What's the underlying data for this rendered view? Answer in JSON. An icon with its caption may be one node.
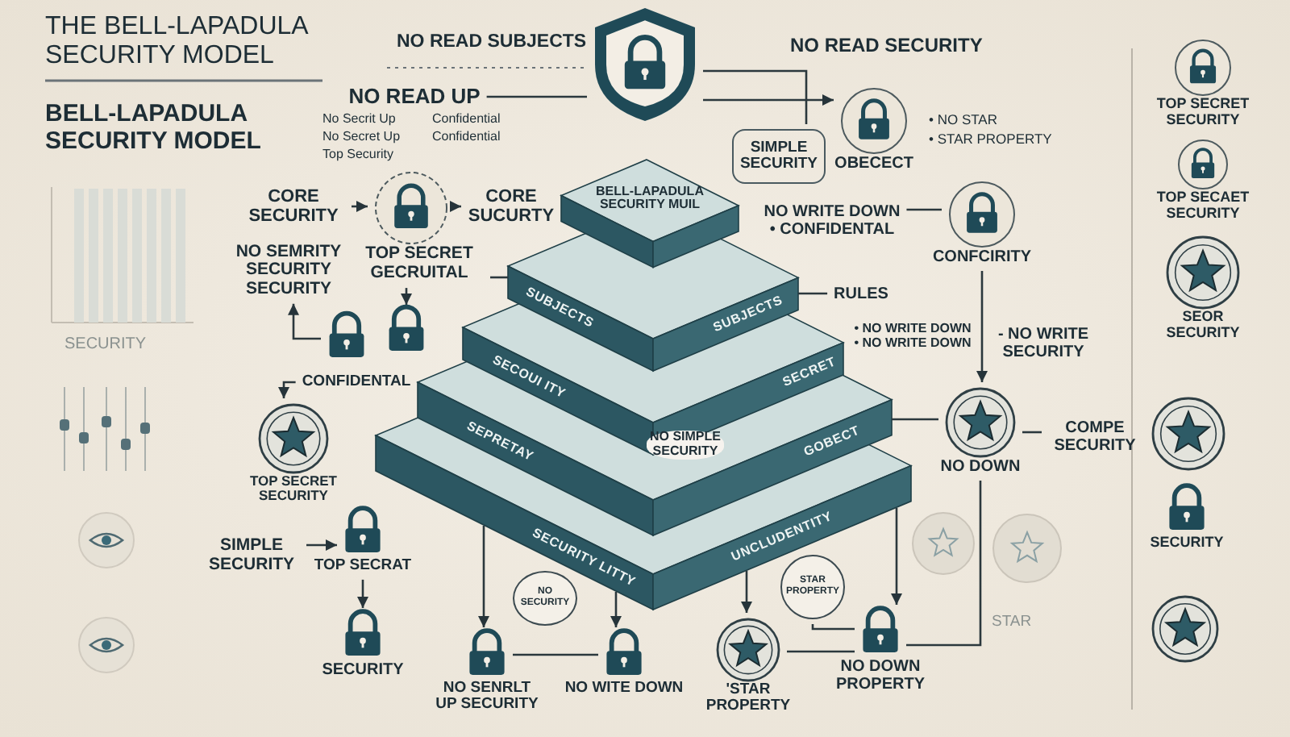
{
  "diagram": {
    "title": "THE BELL-LAPADULA SECURITY MODEL",
    "nodes": [
      {
        "text": [],
        "shape": "picture",
        "beside": [
          "NO READ SUBJECTS"
        ]
      },
      {
        "text": [
          "NO READ UP"
        ]
      },
      {
        "text": [
          "SIMPLE SECURITY"
        ]
      },
      {
        "text": [
          "OBECECT"
        ]
      },
      {
        "text": [
          "CORE SECURITY"
        ]
      },
      {
        "text": [],
        "shape": "circle"
      },
      {
        "text": [
          "CORE SUCURTY"
        ]
      },
      {
        "text": [
          "NO SEMRITY SECURITY SECURITY"
        ]
      },
      {
        "text": [
          "TOP SECRET GECRUITAL"
        ]
      },
      {
        "text": [],
        "shape": "picture"
      },
      {
        "text": [],
        "shape": "picture"
      },
      {
        "text": [
          "CONFIDENTAL"
        ]
      },
      {
        "text": [
          "TOP SECRET SECURITY"
        ]
      },
      {
        "text": [
          "SIMPLE SECURITY"
        ]
      },
      {
        "text": [
          "TOP SECRAT"
        ]
      },
      {
        "text": [
          "SECURITY"
        ]
      },
      {
        "text": [
          "NO SENRLT UP SECURITY"
        ]
      },
      {
        "text": [
          "NO SECURITY"
        ]
      },
      {
        "text": [
          "NO WITE DOWN"
        ]
      },
      {
        "text": [
          "'STAR PROPERTY"
        ]
      },
      {
        "text": [
          "STAR PROPERTY"
        ]
      },
      {
        "text": [
          "NO DOWN PROPERTY"
        ]
      },
      {
        "text": [
          "NO DOWN"
        ]
      },
      {
        "text": [
          "COMPE SECURITY"
        ]
      },
      {
        "text": [
          "CONFCIRITY"
        ]
      },
      {
        "text": [
          "NO WRITE DOWN",
          "• CONFIDENTAL"
        ]
      },
      {
        "text": [
          "RULES"
        ]
      },
      {
        "text": [
          "• NO WRITE DOWN",
          "• NO WRITE DOWN"
        ]
      },
      {
        "text": [
          "- NO WRITE SECURITY"
        ]
      },
      {
        "text": [
          "BELL-LAPADULA SECURITY MUIL"
        ]
      },
      {
        "text": [
          "SUBJECTS",
          "SUBJECTS"
        ]
      },
      {
        "text": [
          "SECOUI ITY",
          "SECRET"
        ]
      },
      {
        "text": [
          "SEPRETAY",
          "NO SIMPLE SECURITY",
          "GOBECT"
        ]
      },
      {
        "text": [
          "SECURITY LITTY",
          "UNCLUDENTITY"
        ]
      },
      {
        "text": [
          "TOP SECRET SECURITY"
        ]
      },
      {
        "text": [
          "TOP SECAET SECURITY"
        ]
      },
      {
        "text": [
          "SEOR SECURITY"
        ]
      },
      {
        "text": [],
        "shape": "circle"
      },
      {
        "text": [
          "SECURITY"
        ]
      },
      {
        "text": [],
        "shape": "circle"
      },
      {
        "text": [],
        "shape": "circle"
      },
      {
        "text": [],
        "shape": "circle"
      }
    ],
    "edges": [
      {
        "from": 1,
        "to": 0,
        "arrow": "none"
      },
      {
        "from": 0,
        "to": 3,
        "arrow": "to"
      },
      {
        "from": 0,
        "to": 2,
        "arrow": "none"
      },
      {
        "from": 4,
        "to": 5,
        "arrow": "to"
      },
      {
        "from": 5,
        "to": 6,
        "arrow": "to"
      },
      {
        "from": 8,
        "to": 30,
        "arrow": "none"
      },
      {
        "from": 8,
        "to": 10,
        "arrow": "to"
      },
      {
        "from": 9,
        "to": 7,
        "arrow": "to"
      },
      {
        "from": 11,
        "to": 12,
        "arrow": "to"
      },
      {
        "from": 13,
        "to": 14,
        "arrow": "to"
      },
      {
        "from": 14,
        "to": 15,
        "arrow": "to"
      },
      {
        "from": 33,
        "to": 16,
        "arrow": "to"
      },
      {
        "from": 33,
        "to": 18,
        "arrow": "to"
      },
      {
        "from": 33,
        "to": 19,
        "arrow": "to"
      },
      {
        "from": 33,
        "to": 21,
        "arrow": "to"
      },
      {
        "from": 22,
        "to": 21,
        "arrow": "none"
      },
      {
        "from": 16,
        "to": 18,
        "arrow": "none"
      },
      {
        "from": 19,
        "to": 21,
        "arrow": "none"
      },
      {
        "from": 20,
        "to": 21,
        "arrow": "none"
      },
      {
        "from": 24,
        "to": 22,
        "arrow": "to"
      },
      {
        "from": 25,
        "to": 24,
        "arrow": "none"
      },
      {
        "from": 30,
        "to": 26,
        "arrow": "none"
      },
      {
        "from": 22,
        "to": 23,
        "arrow": "none"
      },
      {
        "from": 32,
        "to": 22,
        "arrow": "none"
      }
    ],
    "labels": [
      "BELL-LAPADULA SECURITY MODEL",
      "NO READ SECURITY",
      "No Secrit Up",
      "No Secret Up",
      "Top Security",
      "Confidential",
      "Confidential",
      "• NO STAR",
      "• STAR PROPERTY",
      "SECURITY",
      "STAR"
    ]
  }
}
